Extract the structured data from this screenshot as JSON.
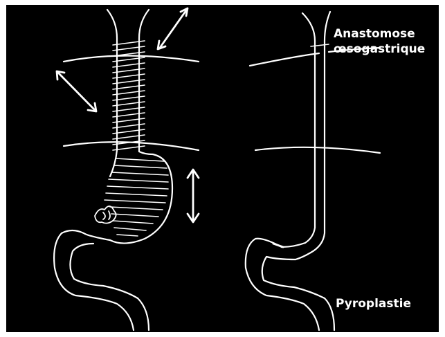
{
  "labels": {
    "anastomose_line1": "Anastomose",
    "anastomose_line2": "œsogastrique",
    "pyroplastie": "Pyroplastie"
  },
  "colors": {
    "background": "#000000",
    "ink": "#ffffff",
    "border": "#ffffff"
  }
}
